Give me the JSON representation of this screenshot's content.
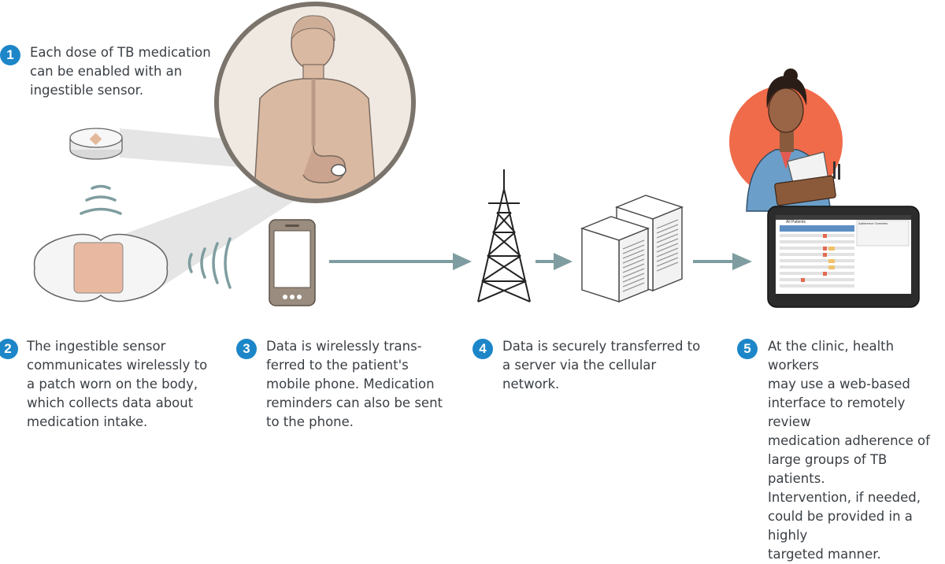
{
  "steps": [
    {
      "num": "1",
      "text": "Each dose of TB medication\ncan be enabled with an\ningestible sensor."
    },
    {
      "num": "2",
      "text": "The ingestible sensor\ncommunicates wirelessly to\na patch worn on the body,\nwhich collects data about\nmedication intake."
    },
    {
      "num": "3",
      "text": "Data is wirelessly trans-\nferred to the patient's\nmobile phone. Medication\nreminders can also be sent\nto the phone."
    },
    {
      "num": "4",
      "text": "Data is securely transferred to\na server via the cellular\nnetwork."
    },
    {
      "num": "5",
      "text": "At the clinic, health workers\nmay use a web-based\ninterface to remotely review\nmedication adherence of\nlarge groups of TB patients.\nIntervention, if needed,\ncould be provided in a highly\ntargeted manner."
    }
  ],
  "tablet_screen": {
    "title": "All Patients",
    "panel_title": "Adherence Overview"
  },
  "colors": {
    "accent": "#1c86c8",
    "arrow": "#7f9da0",
    "circle_bg": "#efe9e2",
    "circle_border": "#7b746c",
    "skin": "#d9b9a1",
    "patch": "#e9b8a0",
    "worker_bg": "#f06b4a"
  }
}
